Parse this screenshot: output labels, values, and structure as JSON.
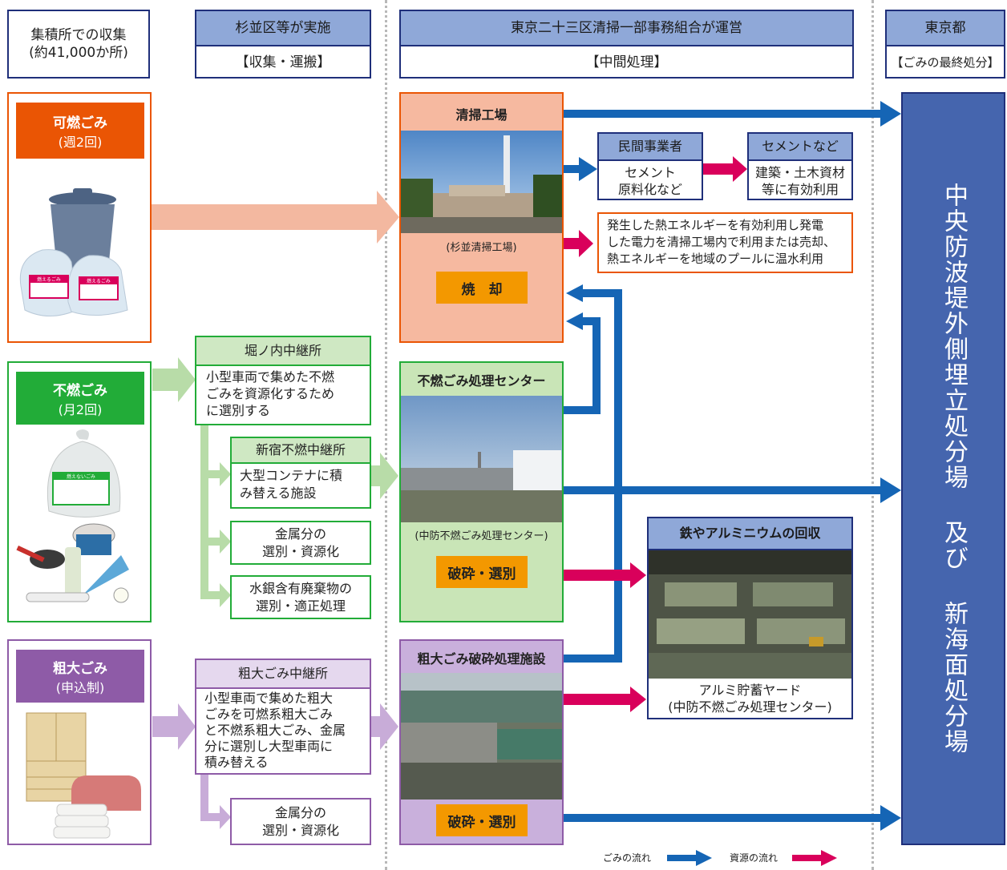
{
  "header": {
    "collection_point": {
      "line1": "集積所での収集",
      "line2": "(約41,000か所)"
    },
    "ward": {
      "title": "杉並区等が実施",
      "sub": "【収集・運搬】"
    },
    "union": {
      "title": "東京二十三区清掃一部事務組合が運営",
      "sub": "【中間処理】"
    },
    "tokyo": {
      "title": "東京都",
      "sub": "【ごみの最終処分】"
    }
  },
  "burnable": {
    "title": "可燃ごみ",
    "freq": "(週2回)",
    "bag_label": "燃えるごみ"
  },
  "nonburnable": {
    "title": "不燃ごみ",
    "freq": "(月2回)",
    "bag_label": "燃えないごみ"
  },
  "oversized": {
    "title": "粗大ごみ",
    "freq": "(申込制)"
  },
  "plant": {
    "title": "清掃工場",
    "caption": "(杉並清掃工場)",
    "action": "焼　却"
  },
  "private": {
    "head": "民間事業者",
    "line1": "セメント",
    "line2": "原料化など"
  },
  "cement": {
    "head": "セメントなど",
    "line1": "建築・土木資材",
    "line2": "等に有効利用"
  },
  "energy": {
    "line1": "発生した熱エネルギーを有効利用し発電",
    "line2": "した電力を清掃工場内で利用または売却、",
    "line3": "熱エネルギーを地域のプールに温水利用"
  },
  "horinouchi": {
    "head": "堀ノ内中継所",
    "line1": "小型車両で集めた不燃",
    "line2": "ごみを資源化するため",
    "line3": "に選別する"
  },
  "shinjuku": {
    "head": "新宿不燃中継所",
    "line1": "大型コンテナに積",
    "line2": "み替える施設"
  },
  "metal1": {
    "line1": "金属分の",
    "line2": "選別・資源化"
  },
  "mercury": {
    "line1": "水銀含有廃棄物の",
    "line2": "選別・適正処理"
  },
  "nb_center": {
    "title": "不燃ごみ処理センター",
    "caption": "(中防不燃ごみ処理センター)",
    "action": "破砕・選別"
  },
  "iron": {
    "title": "鉄やアルミニウムの回収",
    "line1": "アルミ貯蓄ヤード",
    "line2": "(中防不燃ごみ処理センター)"
  },
  "os_relay": {
    "head": "粗大ごみ中継所",
    "line1": "小型車両で集めた粗大",
    "line2": "ごみを可燃系粗大ごみ",
    "line3": "と不燃系粗大ごみ、金属",
    "line4": "分に選別し大型車両に",
    "line5": "積み替える"
  },
  "metal2": {
    "line1": "金属分の",
    "line2": "選別・資源化"
  },
  "os_facility": {
    "title": "粗大ごみ破砕処理施設",
    "action": "破砕・選別"
  },
  "landfill": {
    "label": "中央防波堤外側埋立処分場 及び 新海面処分場"
  },
  "legend": {
    "waste_flow": "ごみの流れ",
    "resource_flow": "資源の流れ"
  },
  "colors": {
    "navy": "#1f2f7a",
    "flow_blue": "#1565b5",
    "resource_red": "#d9005b",
    "orange": "#ea5504",
    "green": "#22ac38",
    "purple": "#8e5ba7"
  }
}
